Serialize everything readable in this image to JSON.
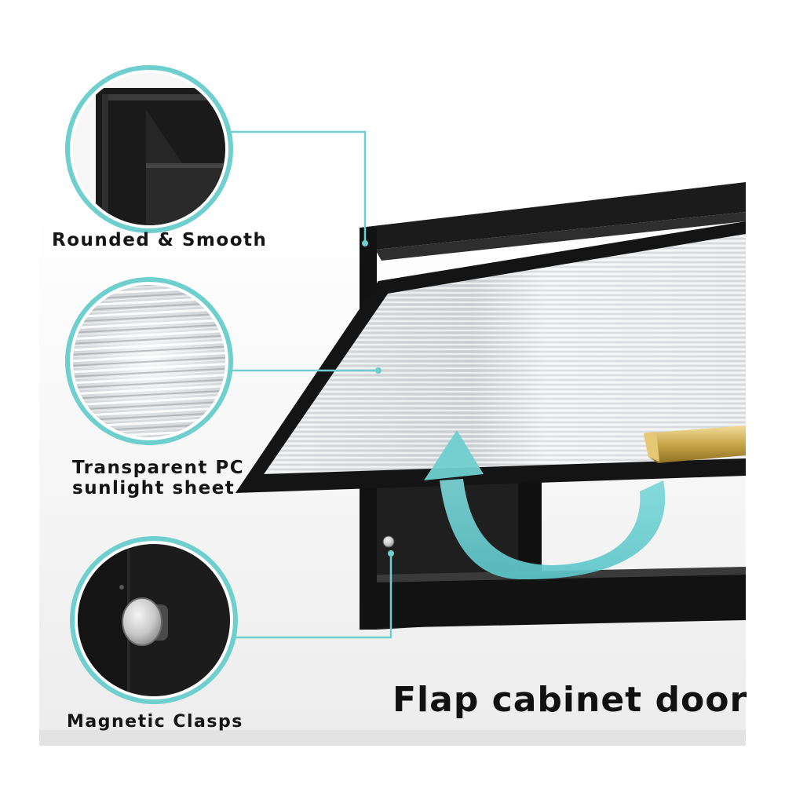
{
  "title": "Flap cabinet door",
  "callouts": [
    {
      "lines": [
        "Rounded & Smooth"
      ],
      "icon": "frame-corner-closeup"
    },
    {
      "lines": [
        "Transparent PC",
        "sunlight sheet"
      ],
      "icon": "fluted-pc-sheet-closeup"
    },
    {
      "lines": [
        "Magnetic Clasps"
      ],
      "icon": "magnet-closeup"
    }
  ],
  "colors": {
    "accent": "#6fcfcf",
    "frame": "#141414",
    "handle": "#c9a54a",
    "text": "#151515"
  }
}
